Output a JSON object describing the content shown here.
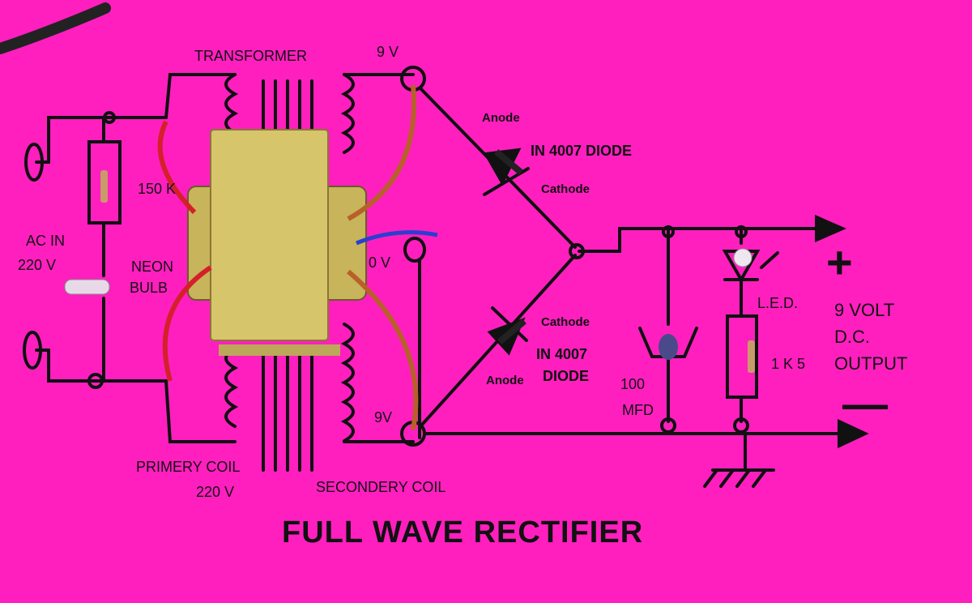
{
  "colors": {
    "board": "#ff1fbf",
    "ink": "#111111",
    "transformer_core": "#d6c56a",
    "wire_red": "#d4202a",
    "wire_brown": "#b8602a",
    "wire_blue": "#2a3fd0"
  },
  "labels": {
    "transformer": "TRANSFORMER",
    "secondary_top_voltage": "9 V",
    "center_tap_voltage": "0 V",
    "secondary_bottom_voltage": "9V",
    "resistor_150k": "150 K",
    "ac_in": "AC IN",
    "ac_voltage": "220 V",
    "neon": "NEON",
    "bulb": "BULB",
    "primary_coil": "PRIMERY COIL",
    "primary_voltage": "220 V",
    "secondary_coil": "SECONDERY COIL",
    "anode_top": "Anode",
    "cathode_top": "Cathode",
    "diode_top": "IN 4007 DIODE",
    "cathode_bottom": "Cathode",
    "anode_bottom": "Anode",
    "diode_bottom_line1": "IN 4007",
    "diode_bottom_line2": "DIODE",
    "capacitor_value": "100",
    "capacitor_unit": "MFD",
    "led": "L.E.D.",
    "resistor_1k5": "1 K 5",
    "output_line1": "9 VOLT",
    "output_line2": "D.C.",
    "output_line3": "OUTPUT",
    "plus": "+",
    "minus": "—",
    "title": "FULL WAVE  RECTIFIER"
  }
}
